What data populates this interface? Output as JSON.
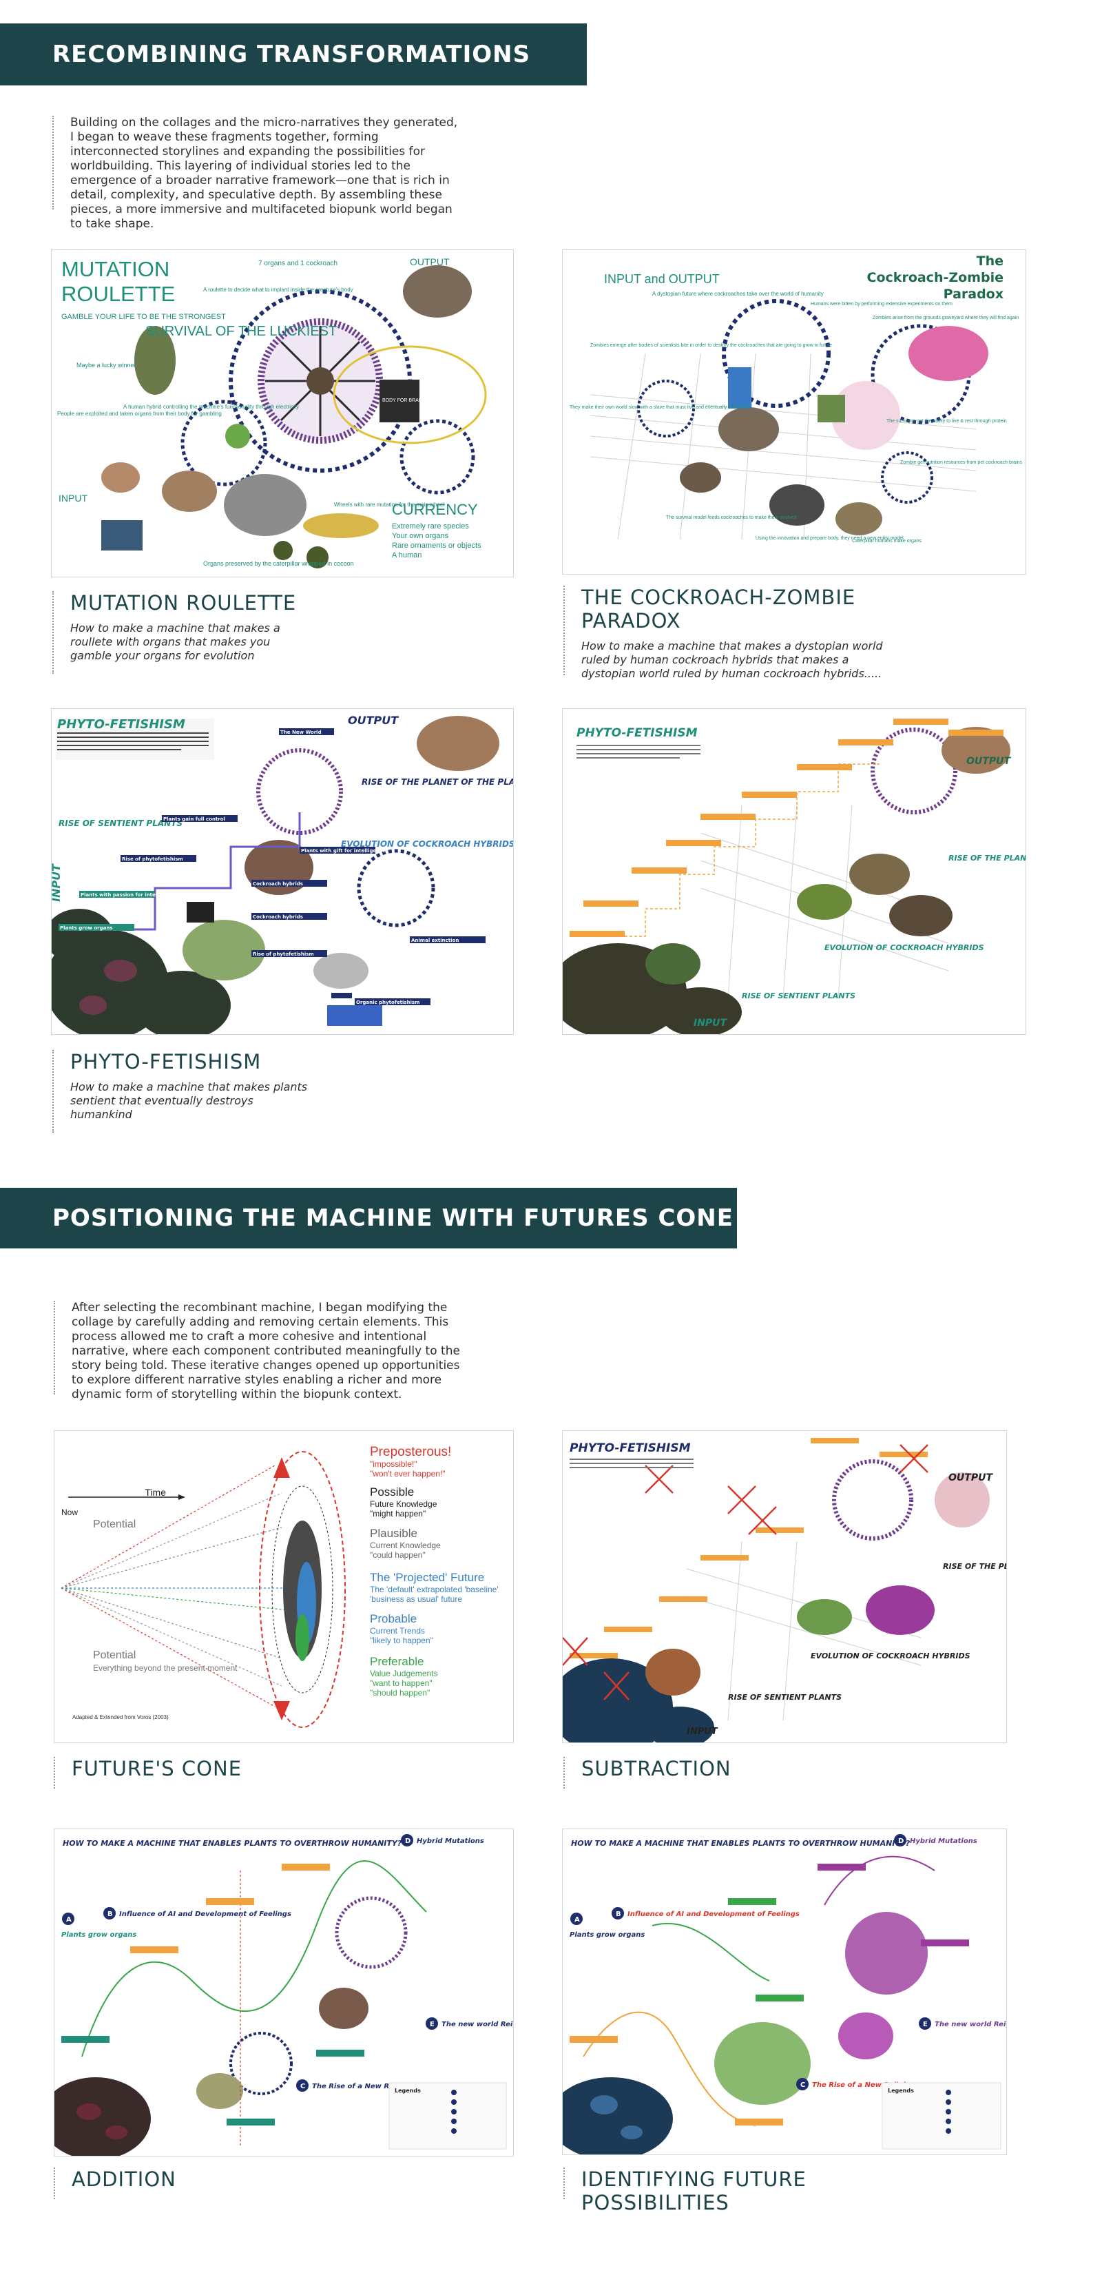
{
  "sections": {
    "recombining": {
      "heading": "RECOMBINING TRANSFORMATIONS",
      "intro": "Building on the collages and the micro-narratives they generated, I began to weave these fragments together, forming interconnected storylines and expanding the possibilities for worldbuilding. This layering of individual stories led to the emergence of a broader narrative framework—one that is rich in detail, complexity, and speculative depth. By assembling these pieces, a more immersive and multifaceted biopunk world began to take shape."
    },
    "positioning": {
      "heading": "POSITIONING THE MACHINE WITH FUTURES CONE",
      "intro": "After selecting the recombinant machine, I began modifying the collage by carefully adding and removing certain elements. This process allowed me to craft a more cohesive and intentional narrative, where each component contributed meaningfully to the story being told. These iterative changes opened up opportunities to explore different narrative styles enabling a richer and more dynamic form of storytelling within the biopunk context."
    }
  },
  "captions": {
    "mutation": {
      "title": "MUTATION ROULETTE",
      "subtitle": "How to make a machine that makes a roullete with organs that makes you gamble your organs for evolution"
    },
    "cockroach": {
      "title": "THE COCKROACH-ZOMBIE PARADOX",
      "subtitle": "How to make a machine that makes a dystopian world ruled by human cockroach hybrids that makes a dystopian world ruled by human cockroach hybrids....."
    },
    "phyto": {
      "title": "PHYTO-FETISHISM",
      "subtitle": "How to make a machine that makes plants sentient that eventually destroys humankind"
    },
    "cone": {
      "title": "FUTURE'S CONE"
    },
    "subtraction": {
      "title": "SUBTRACTION"
    },
    "addition": {
      "title": "ADDITION"
    },
    "identifying": {
      "title": "IDENTIFYING FUTURE POSSIBILITIES"
    }
  },
  "collages": {
    "mutation": {
      "title1": "MUTATION",
      "title2": "ROULETTE",
      "gamble": "GAMBLE YOUR LIFE TO BE THE STRONGEST",
      "survival": "SURVIVAL OF THE LUCKIEST",
      "organs_note": "7 organs and 1 cockroach",
      "output": "OUTPUT",
      "input": "INPUT",
      "lucky": "Maybe a lucky winner",
      "hybrid_note": "A human hybrid controlling the machine's functionality through electricity",
      "roulette_note": "A roulette to decide what to implant inside the creature's body",
      "people_note": "People are exploited and taken organs from their body for gambling",
      "wheels_note": "Wheels with rare mutation for the main wheel",
      "organs_shell": "Organs preserved by the caterpillar wrapped in cocoon",
      "currency": "CURRENCY",
      "currency_items": [
        "Extremely rare species",
        "Your own organs",
        "Rare ornaments or objects",
        "A human"
      ],
      "screen": "BODY FOR BRAIN"
    },
    "cockroach": {
      "title1": "The",
      "title2": "Cockroach-Zombie",
      "title3": "Paradox",
      "inout": "INPUT and OUTPUT",
      "note1": "A dystopian future where cockroaches take over the world of humanity",
      "note2": "Humans were bitten by performing extensive experiments on them",
      "note3": "Zombies emerge after bodies of scientists bite in order to destroy the cockroaches that are going to grow in future",
      "note4": "They make their own world slow with a slave that must live and eventually kills them",
      "note5": "Zombies arise from the grounds graveyard where they will find again",
      "note6": "The survivors got the ability to live & rest through protein",
      "note7": "Zombie get nutrition resources from pet cockroach brains",
      "note8": "The survival model feeds cockroaches to make them evolved",
      "note9": "Using the innovation and prepare body, they need a new entity model",
      "note10": "Caterpillar humans make organs"
    },
    "phyto": {
      "title": "PHYTO-FETISHISM",
      "output": "OUTPUT",
      "input": "INPUT",
      "rise_planet": "RISE OF THE PLANET OF THE PLANTS",
      "rise_sentient": "RISE OF SENTIENT PLANTS",
      "evolution": "EVOLUTION OF COCKROACH HYBRIDS",
      "steps": [
        "Plants grow organs",
        "Plants with passion for intelligence",
        "Rise of phytofetishism",
        "Plants with gift for intelligence",
        "Cockroach hybrids",
        "Cockroach hybrids",
        "Rise of phytofetishism",
        "Organic phytofetishism",
        "Plants gain full control",
        "Animal extinction",
        "The New World"
      ]
    },
    "phyto2": {
      "title": "PHYTO-FETISHISM",
      "output": "OUTPUT",
      "input": "INPUT",
      "rise_planet": "RISE OF THE PLANET OF THE PLANTS",
      "rise_sentient": "RISE OF SENTIENT PLANTS",
      "evolution": "EVOLUTION OF COCKROACH HYBRIDS"
    },
    "cone": {
      "time": "Time",
      "now": "Now",
      "potential_top": "Potential",
      "potential_bottom": "Potential",
      "beyond": "Everything beyond the present moment",
      "credit": "Adapted & Extended from Voros (2003)",
      "preposterous": "Preposterous!",
      "preposterous_q1": "\"impossible!\"",
      "preposterous_q2": "\"won't ever happen!\"",
      "possible": "Possible",
      "possible_d": "Future Knowledge",
      "possible_q": "\"might happen\"",
      "plausible": "Plausible",
      "plausible_d": "Current Knowledge",
      "plausible_q": "\"could happen\"",
      "projected": "The 'Projected' Future",
      "projected_d": "The 'default' extrapolated 'baseline'",
      "projected_q": "'business as usual' future",
      "probable": "Probable",
      "probable_d": "Current Trends",
      "probable_q": "\"likely to happen\"",
      "preferable": "Preferable",
      "preferable_d": "Value Judgements",
      "preferable_q1": "\"want to happen\"",
      "preferable_q2": "\"should happen\""
    },
    "subtraction": {
      "title": "PHYTO-FETISHISM",
      "output": "OUTPUT",
      "input": "INPUT",
      "rise_planet": "RISE OF THE PLANET OF THE PLANTS",
      "rise_sentient": "RISE OF SENTIENT PLANTS",
      "evolution": "EVOLUTION OF COCKROACH HYBRIDS"
    },
    "addition": {
      "title": "HOW TO MAKE A MACHINE THAT ENABLES PLANTS TO OVERTHROW HUMANITY?",
      "a_title": "Plants grow organs",
      "b_title": "Influence of AI and Development of Feelings",
      "c_title": "The Rise of a New Religion",
      "d_title": "Hybrid Mutations",
      "e_title": "The new world Reigned by plants",
      "legends": "Legends"
    },
    "identifying": {
      "title": "HOW TO MAKE A MACHINE THAT ENABLES PLANTS TO OVERTHROW HUMANITY?",
      "a_title": "Plants grow organs",
      "b_title": "Influence of AI and Development of Feelings",
      "c_title": "The Rise of a New Religion",
      "d_title": "Hybrid Mutations",
      "e_title": "The new world Reigned by plants",
      "legends": "Legends"
    }
  },
  "colors": {
    "banner": "#1d4549",
    "teal": "#1f8f7a",
    "navy": "#1e2d6b",
    "orange": "#f1a23c",
    "red": "#d9362b",
    "green": "#3aa64a",
    "purple": "#6c3d8c",
    "blue": "#3b82c4"
  }
}
